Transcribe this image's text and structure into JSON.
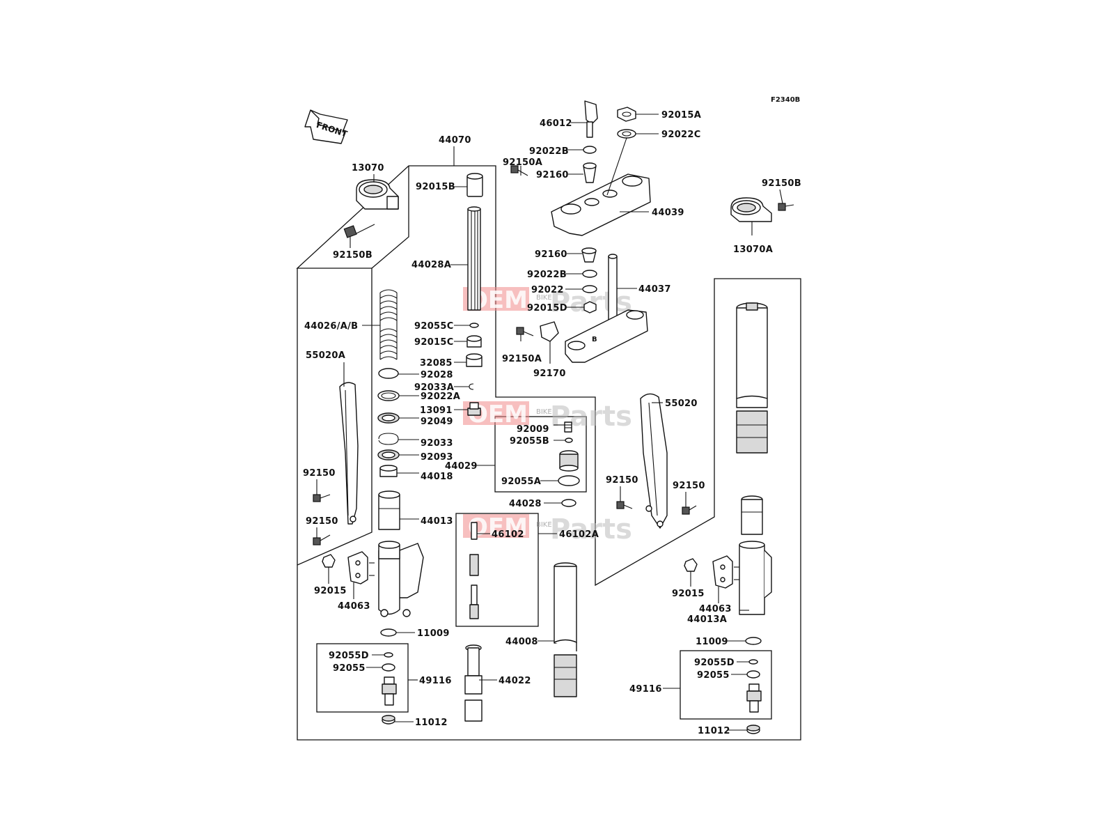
{
  "diagram": {
    "figure_code": "F2340B",
    "front_label": "FRONT",
    "watermark": {
      "brand": "OEM",
      "sub": "BIKE",
      "word": "Parts"
    },
    "parts": {
      "p13070": "13070",
      "p92150B_l": "92150B",
      "p44070": "44070",
      "p92015B": "92015B",
      "p44028A": "44028A",
      "p44026": "44026/A/B",
      "p55020A": "55020A",
      "p92055C": "92055C",
      "p92015C": "92015C",
      "p32085": "32085",
      "p92028": "92028",
      "p92033A": "92033A",
      "p92022A": "92022A",
      "p13091": "13091",
      "p92049": "92049",
      "p92033": "92033",
      "p92093": "92093",
      "p44018": "44018",
      "p44013": "44013",
      "p92150_l1": "92150",
      "p92150_l2": "92150",
      "p92015_l": "92015",
      "p44063_l": "44063",
      "p11009_l": "11009",
      "p92055D_l": "92055D",
      "p92055_l": "92055",
      "p49116_l": "49116",
      "p11012_l": "11012",
      "p46012": "46012",
      "p92015A": "92015A",
      "p92022C": "92022C",
      "p92022B_t": "92022B",
      "p92150A_t": "92150A",
      "p92160_t": "92160",
      "p44039": "44039",
      "p92150B_r": "92150B",
      "p13070A": "13070A",
      "p92160_m": "92160",
      "p92022B_m": "92022B",
      "p92022": "92022",
      "p44037": "44037",
      "p92015D": "92015D",
      "p92150A_m": "92150A",
      "p92170": "92170",
      "p92009": "92009",
      "p92055B": "92055B",
      "p44029": "44029",
      "p92055A": "92055A",
      "p44028": "44028",
      "p46102": "46102",
      "p46102A": "46102A",
      "p44008": "44008",
      "p44022": "44022",
      "p55020": "55020",
      "p92150_r1": "92150",
      "p92150_r2": "92150",
      "p92015_r": "92015",
      "p44063_r": "44063",
      "p44013A": "44013A",
      "p11009_r": "11009",
      "p92055D_r": "92055D",
      "p92055_r": "92055",
      "p49116_r": "49116",
      "p11012_r": "11012"
    }
  }
}
